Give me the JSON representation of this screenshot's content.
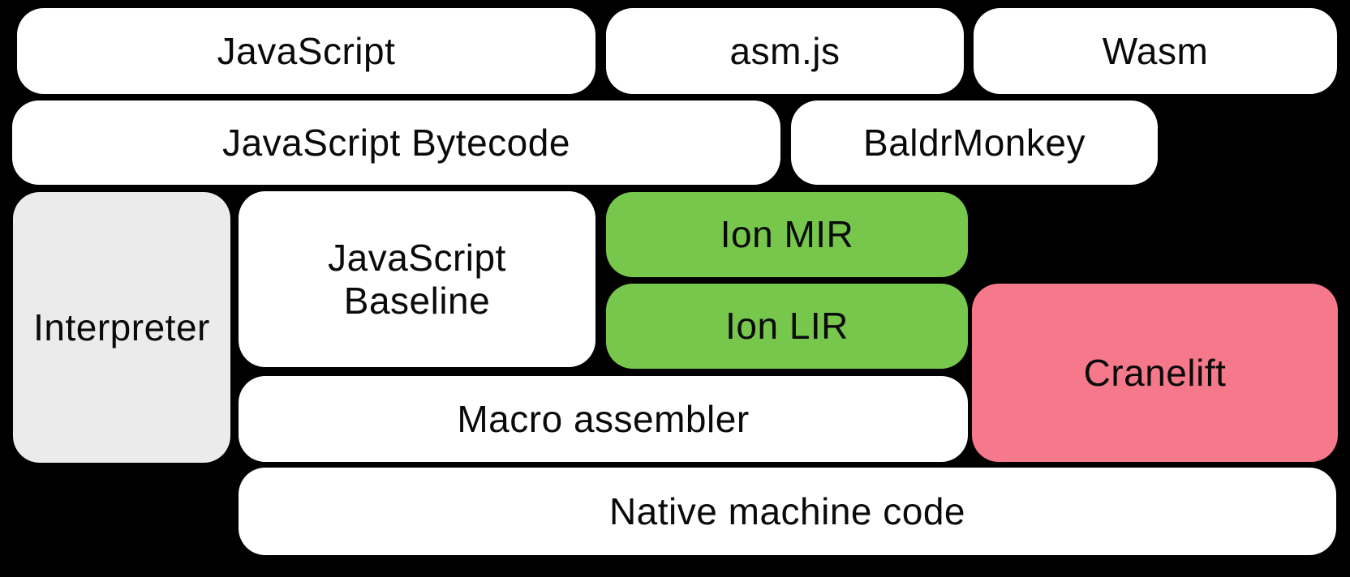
{
  "diagram": {
    "description": "Compiler pipeline block diagram",
    "background_color": "#000000",
    "text_color": "#0a0a0a",
    "colors": {
      "plain": "#ffffff",
      "interpreter": "#ebebeb",
      "ion_green": "#77c74c",
      "cranelift_pink": "#f6798b"
    },
    "boxes": [
      {
        "id": "javascript",
        "label": "JavaScript",
        "color": "#ffffff"
      },
      {
        "id": "asmjs",
        "label": "asm.js",
        "color": "#ffffff"
      },
      {
        "id": "wasm",
        "label": "Wasm",
        "color": "#ffffff"
      },
      {
        "id": "javascript-bytecode",
        "label": "JavaScript Bytecode",
        "color": "#ffffff"
      },
      {
        "id": "baldrmonkey",
        "label": "BaldrMonkey",
        "color": "#ffffff"
      },
      {
        "id": "interpreter",
        "label": "Interpreter",
        "color": "#ebebeb"
      },
      {
        "id": "javascript-baseline",
        "label": "JavaScript Baseline",
        "color": "#ffffff"
      },
      {
        "id": "ion-mir",
        "label": "Ion MIR",
        "color": "#77c74c"
      },
      {
        "id": "ion-lir",
        "label": "Ion LIR",
        "color": "#77c74c"
      },
      {
        "id": "cranelift",
        "label": "Cranelift",
        "color": "#f6798b"
      },
      {
        "id": "macro-assembler",
        "label": "Macro assembler",
        "color": "#ffffff"
      },
      {
        "id": "native-machine-code",
        "label": "Native machine code",
        "color": "#ffffff"
      }
    ]
  }
}
